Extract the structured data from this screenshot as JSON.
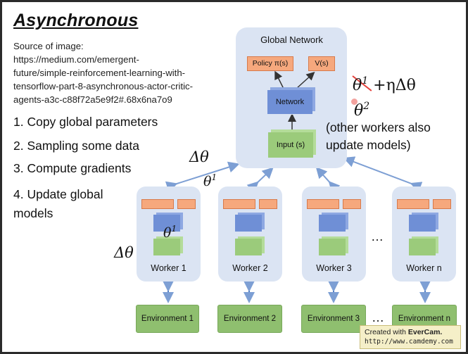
{
  "title": "Asynchronous",
  "source": {
    "label": "Source of image:",
    "url_lines": [
      "https://medium.com/emergent-",
      "future/simple-reinforcement-learning-with-",
      "tensorflow-part-8-asynchronous-actor-critic-",
      "agents-a3c-c88f72a5e9f2#.68x6na7o9"
    ]
  },
  "steps": [
    "1. Copy global parameters",
    "2. Sampling some data",
    "3. Compute gradients",
    "4. Update global models"
  ],
  "global_network": {
    "title": "Global Network",
    "policy_label": "Policy π(s)",
    "value_label": "V(s)",
    "network_label": "Network",
    "input_label": "Input (s)"
  },
  "annotations": {
    "theta1": "θ",
    "sup1": "1",
    "update_tail": " +ηΔθ",
    "theta2": "θ",
    "sup2": "2",
    "note_line_1": "(other workers also",
    "note_line_2": "update models)",
    "delta_theta": "Δθ"
  },
  "workers": [
    "Worker 1",
    "Worker 2",
    "Worker 3",
    "Worker n"
  ],
  "environments": [
    "Environment 1",
    "Environment 2",
    "Environment 3",
    "Environment n"
  ],
  "ellipsis": "…",
  "watermark": {
    "prefix": "Created with ",
    "brand": "EverCam.",
    "url": "http://www.camdemy.com"
  },
  "colors": {
    "output_block": "#f6a87d",
    "network_block": "#6f8fd6",
    "input_block": "#9bcb7b",
    "panel_background": "#dbe4f3",
    "connector": "#7d9fd4",
    "strike": "#e4403a"
  }
}
